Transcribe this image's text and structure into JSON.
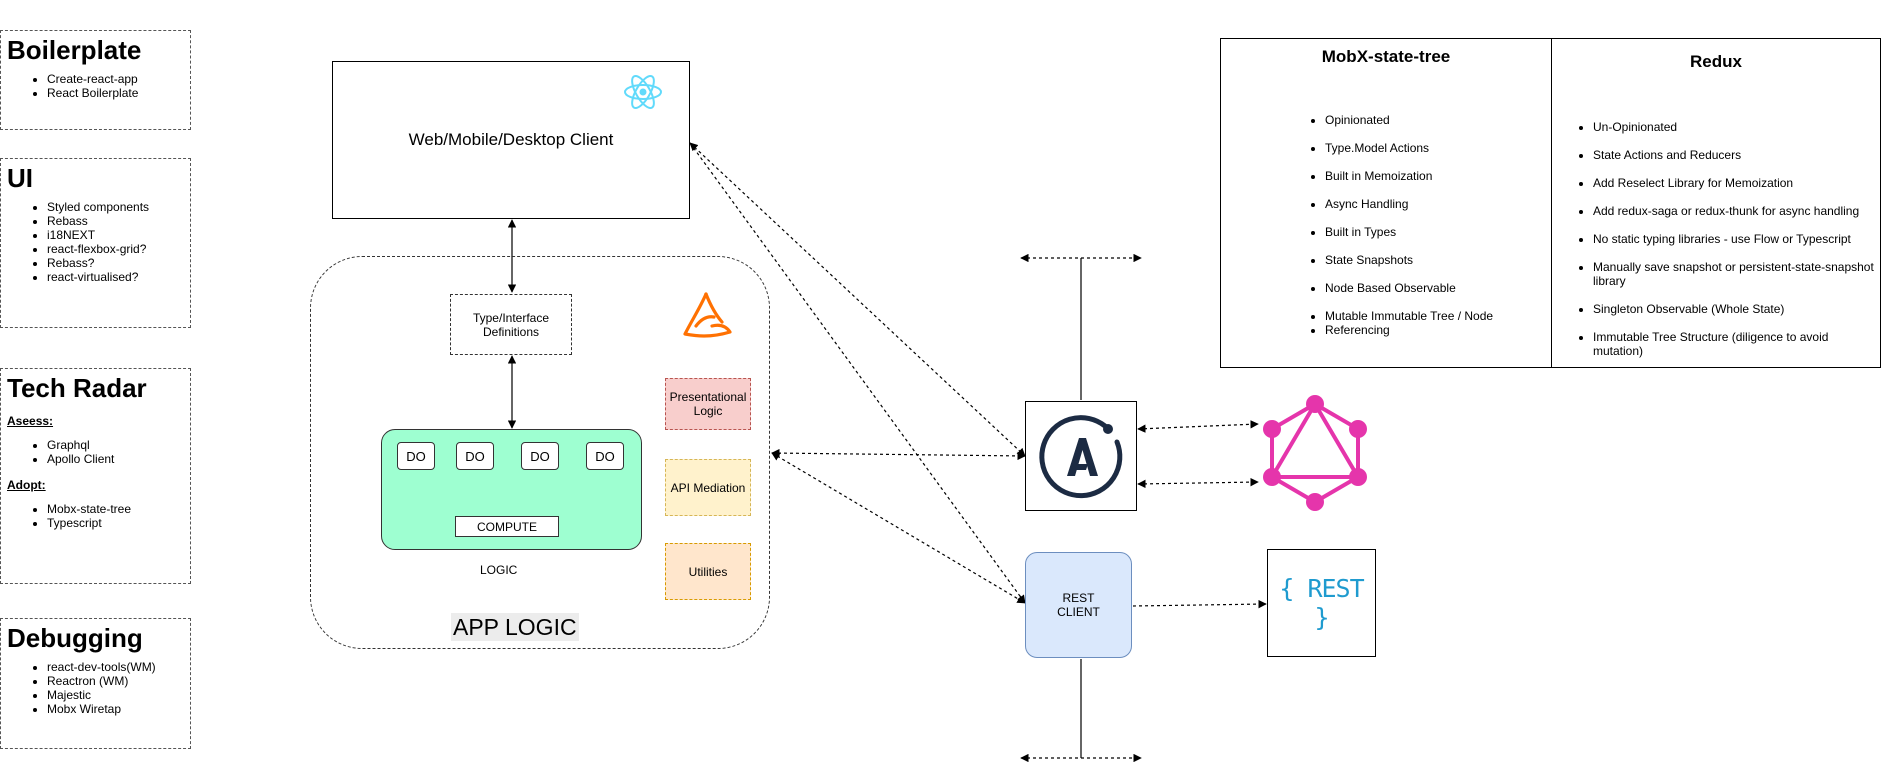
{
  "panels": {
    "boilerplate": {
      "title": "Boilerplate",
      "items": [
        "Create-react-app",
        "React Boilerplate"
      ]
    },
    "ui": {
      "title": "UI",
      "items": [
        "Styled components",
        "Rebass",
        "i18NEXT",
        "react-flexbox-grid?",
        "Rebass?",
        "react-virtualised?"
      ]
    },
    "tech_radar": {
      "title": "Tech Radar",
      "assess_label": "Aseess:",
      "assess_items": [
        "Graphql",
        "Apollo Client"
      ],
      "adopt_label": "Adopt:",
      "adopt_items": [
        "Mobx-state-tree",
        "Typescript"
      ]
    },
    "debugging": {
      "title": "Debugging",
      "items": [
        "react-dev-tools(WM)",
        "Reactron (WM)",
        "Majestic",
        "Mobx Wiretap"
      ]
    }
  },
  "diagram": {
    "client_label": "Web/Mobile/Desktop Client",
    "type_defs_label": "Type/Interface Definitions",
    "do_labels": [
      "DO",
      "DO",
      "DO",
      "DO"
    ],
    "compute_label": "COMPUTE",
    "logic_label": "LOGIC",
    "app_logic_label": "APP LOGIC",
    "presentational_label": "Presentational Logic",
    "api_mediation_label": "API Mediation",
    "utilities_label": "Utilities",
    "rest_client_label": "REST CLIENT",
    "rest_logo_text": "{ REST }"
  },
  "colors": {
    "react": "#61dafb",
    "logic_fill": "#9effd1",
    "presentational_fill": "#f8cecc",
    "presentational_border": "#b85450",
    "api_fill": "#fff2cc",
    "api_border": "#d6b656",
    "utilities_fill": "#ffe6cc",
    "utilities_border": "#d79b00",
    "rest_client_fill": "#dae8fc",
    "rest_client_border": "#6c8ebf",
    "graphql": "#e535ab",
    "apollo": "#1c2b43",
    "mobx_logo": "#ff7102",
    "rest_text": "#1f9bcf"
  },
  "comparison": {
    "mobx": {
      "title": "MobX-state-tree",
      "items": [
        "Opinionated",
        "Type.Model Actions",
        "Built in Memoization",
        "Async Handling",
        "Built in Types",
        "State Snapshots",
        "Node Based Observable",
        "Mutable Immutable Tree / Node",
        "Referencing"
      ]
    },
    "redux": {
      "title": "Redux",
      "items": [
        "Un-Opinionated",
        "State Actions and Reducers",
        "Add Reselect Library for Memoization",
        "Add redux-saga or redux-thunk for async handling",
        "No static typing libraries - use Flow or Typescript",
        "Manually save snapshot or persistent-state-snapshot library",
        "Singleton Observable (Whole State)",
        "Immutable Tree Structure (diligence to avoid mutation)"
      ]
    }
  }
}
